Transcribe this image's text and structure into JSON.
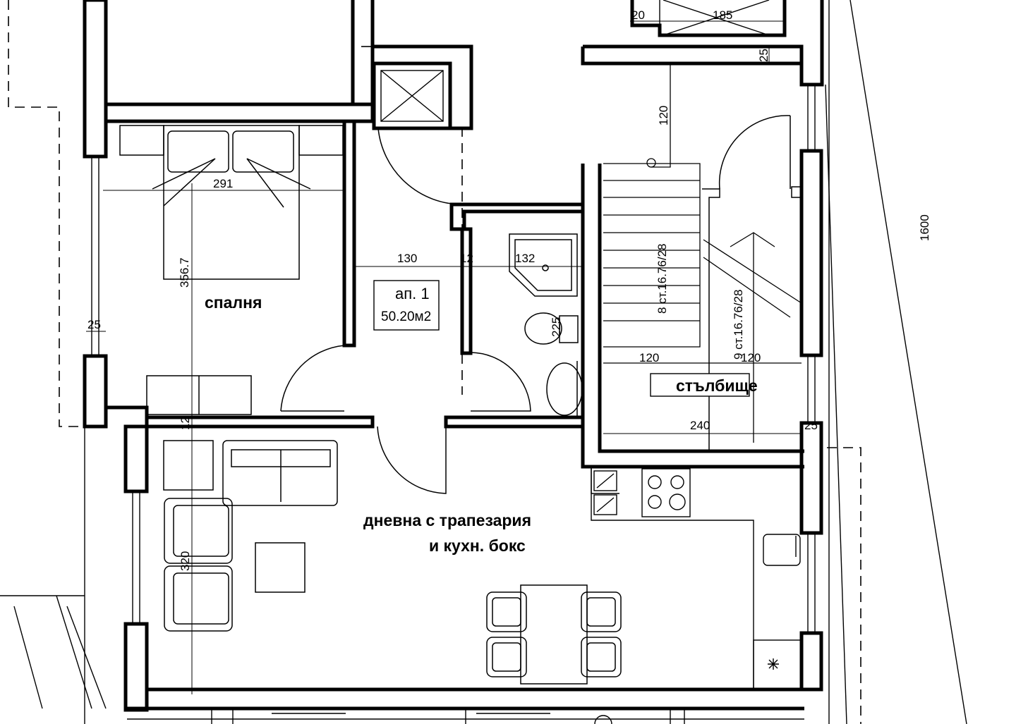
{
  "colors": {
    "ink": "#000000",
    "paper": "#ffffff",
    "label_box": "#ffffff"
  },
  "rooms": {
    "bedroom": "спалня",
    "living_line1": "дневна с трапезария",
    "living_line2": "и кухн. бокс",
    "stairs": "стълбище"
  },
  "apartment": {
    "name": "ап. 1",
    "area": "50.20м2"
  },
  "dimensions": {
    "d_20": "20",
    "d_185": "185",
    "d_25_top": "25",
    "d_120_v": "120",
    "d_291": "291",
    "d_356_7": "356.7",
    "d_25_left": "25",
    "d_130": "130",
    "d_12_mid": "12",
    "d_132": "132",
    "d_225": "225",
    "d_12_low": "12",
    "d_120_a": "120",
    "d_120_b": "120",
    "d_240": "240",
    "d_25_right": "25",
    "d_320": "320",
    "d_1600": "1600",
    "stair_1": "8 ст.16.76/28",
    "stair_2": "9 ст.16.76/28"
  }
}
